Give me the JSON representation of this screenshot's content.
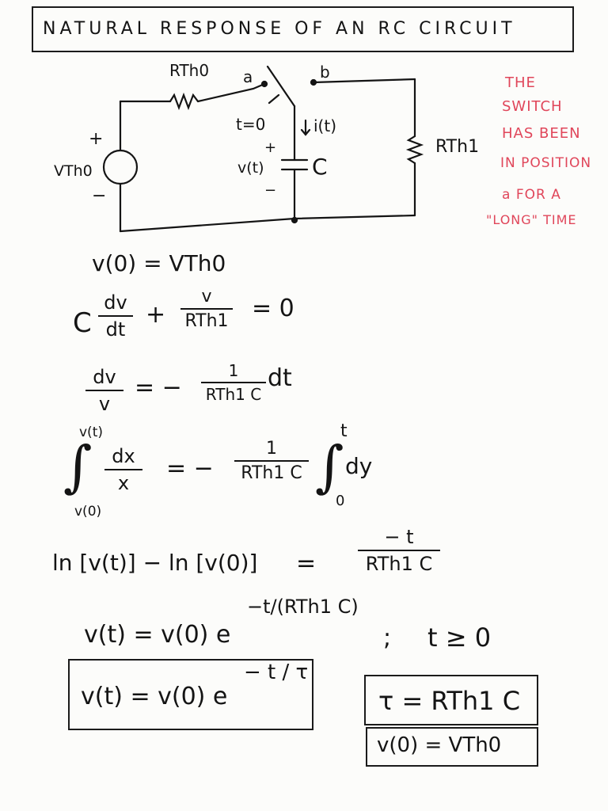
{
  "title": "NATURAL RESPONSE OF AN RC CIRCUIT",
  "circuit": {
    "r_source": "RTh0",
    "node_a": "a",
    "node_b": "b",
    "switch_time": "t=0",
    "current": "i(t)",
    "v_source": "VTh0",
    "cap_voltage": "v(t)",
    "capacitor": "C",
    "r_load": "RTh1",
    "plus": "+",
    "minus": "−"
  },
  "note": {
    "lines": [
      "THE",
      "SWITCH",
      "HAS BEEN",
      "IN POSITION",
      "a  FOR A",
      "\"LONG\" TIME"
    ]
  },
  "equations": {
    "eq1": "v(0) = VTh0",
    "eq2_c": "C",
    "eq2_num1": "dv",
    "eq2_den1": "dt",
    "eq2_plus": "+",
    "eq2_num2": "v",
    "eq2_den2": "RTh1",
    "eq2_rhs": "= 0",
    "eq3_num": "dv",
    "eq3_den": "v",
    "eq3_eq": "= −",
    "eq3_num2": "1",
    "eq3_den2": "RTh1 C",
    "eq3_dt": "dt",
    "eq4_upper": "v(t)",
    "eq4_lower": "v(0)",
    "eq4_num": "dx",
    "eq4_den": "x",
    "eq4_eq": "= −",
    "eq4_num2": "1",
    "eq4_den2": "RTh1 C",
    "eq4_upper2": "t",
    "eq4_lower2": "0",
    "eq4_dy": "dy",
    "eq5_lhs": "ln [v(t)] − ln [v(0)]",
    "eq5_eq": "=",
    "eq5_num": "− t",
    "eq5_den": "RTh1 C",
    "eq6_lhs": "v(t) = v(0) e",
    "eq6_exp": "−t/(RTh1 C)",
    "eq6_sep": ";",
    "eq6_cond": "t ≥ 0",
    "eq7_lhs": "v(t) = v(0) e",
    "eq7_exp": "− t / τ",
    "eq8": "τ = RTh1 C",
    "eq9": "v(0) = VTh0"
  }
}
